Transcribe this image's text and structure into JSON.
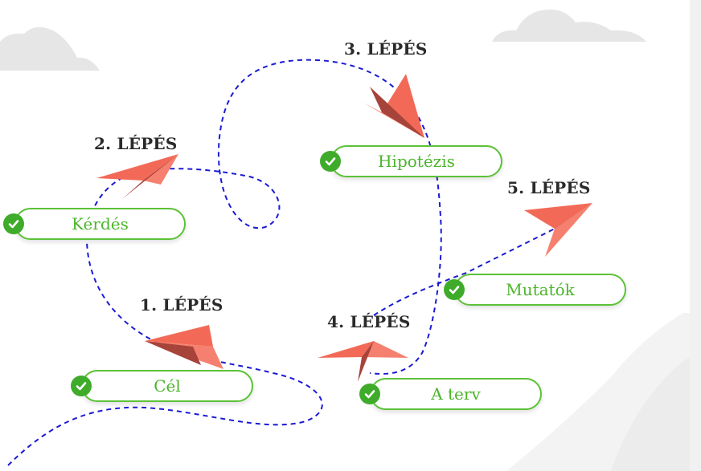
{
  "steps": [
    {
      "label": "1. LÉPÉS",
      "text": "Cél"
    },
    {
      "label": "2. LÉPÉS",
      "text": "Kérdés"
    },
    {
      "label": "3. LÉPÉS",
      "text": "Hipotézis"
    },
    {
      "label": "4. LÉPÉS",
      "text": "A terv"
    },
    {
      "label": "5. LÉPÉS",
      "text": "Mutatók"
    }
  ],
  "colors": {
    "accent_green": "#4cb52c",
    "check_green": "#3fab2a",
    "plane_coral": "#f26a57",
    "plane_dark": "#a6433a",
    "path_blue": "#1a1ad6",
    "cloud_gray": "#e6e6e6"
  }
}
